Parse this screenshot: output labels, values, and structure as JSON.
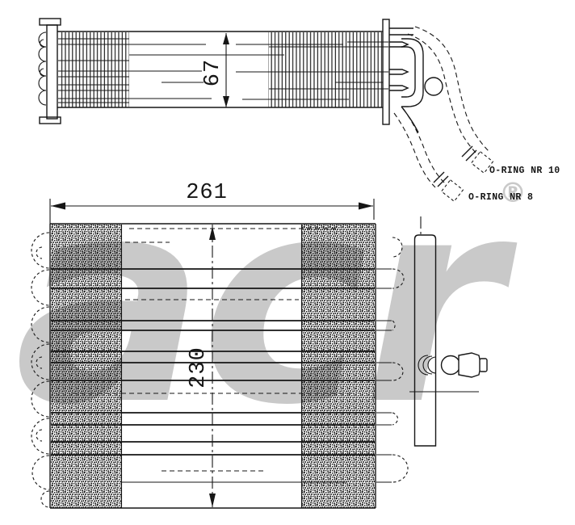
{
  "drawing": {
    "kind": "technical-line-drawing",
    "subject": "evaporator-core-with-pipes",
    "colors": {
      "line": "#161616",
      "watermark": "#c9c9c9",
      "background": "#ffffff"
    }
  },
  "watermark": {
    "text": "acr",
    "registered": "®"
  },
  "views": {
    "top": {
      "height_dim": "67"
    },
    "front": {
      "width_dim": "261",
      "height_dim": "230"
    }
  },
  "labels": {
    "oring10": "O-RING NR 10",
    "oring8": "O-RING NR 8"
  }
}
